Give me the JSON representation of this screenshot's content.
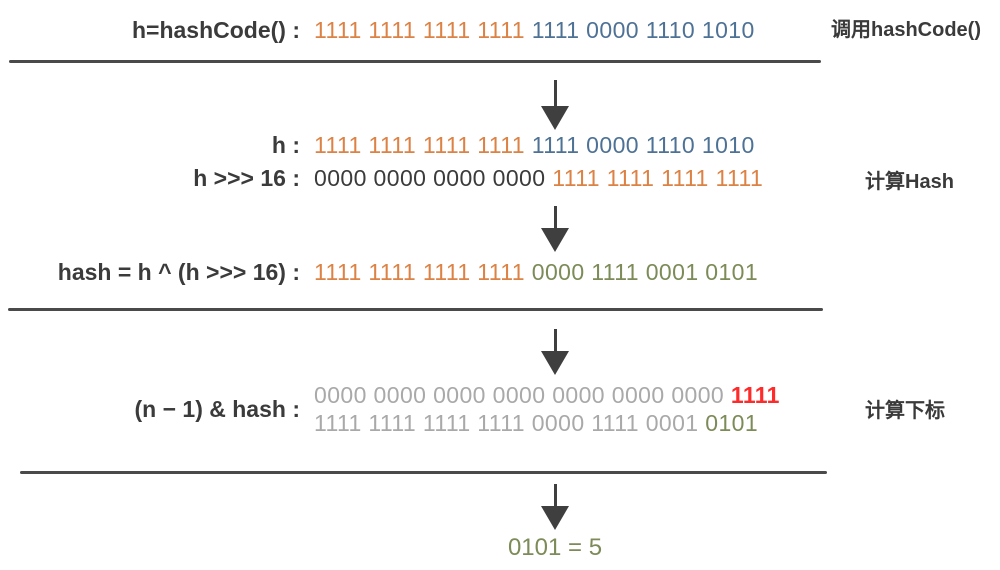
{
  "colors": {
    "label_dark": "#3b3b3b",
    "binary_orange": "#dd8245",
    "binary_blue": "#4e7296",
    "binary_olive": "#7c8b57",
    "binary_red": "#ff2b2b",
    "binary_gray": "#a9a9a9",
    "divider": "#4a4a4a",
    "arrow": "#3f3f3f",
    "background": "#ffffff"
  },
  "step1": {
    "label": "h=hashCode() :",
    "bits_high": "1111 1111 1111 1111",
    "bits_low": "1111 0000 1110 1010",
    "note": "调用hashCode()"
  },
  "step2": {
    "h_label": "h :",
    "h_bits_high": "1111 1111 1111 1111",
    "h_bits_low": "1111 0000 1110 1010",
    "shift_label": "h >>> 16 :",
    "shift_bits_high": "0000 0000 0000 0000",
    "shift_bits_low": "1111 1111 1111 1111",
    "note": "计算Hash"
  },
  "step3": {
    "label": "hash = h ^ (h >>> 16) :",
    "bits_high": "1111 1111 1111 1111",
    "bits_low": "0000 1111 0001 0101"
  },
  "step4": {
    "label": "(n − 1) & hash :",
    "mask_bits": "0000 0000 0000 0000 0000 0000 0000",
    "mask_tail": "1111",
    "hash_bits": "1111 1111 1111 1111 0000 1111 0001",
    "hash_tail": "0101",
    "note": "计算下标"
  },
  "result": {
    "text": "0101 = 5"
  }
}
